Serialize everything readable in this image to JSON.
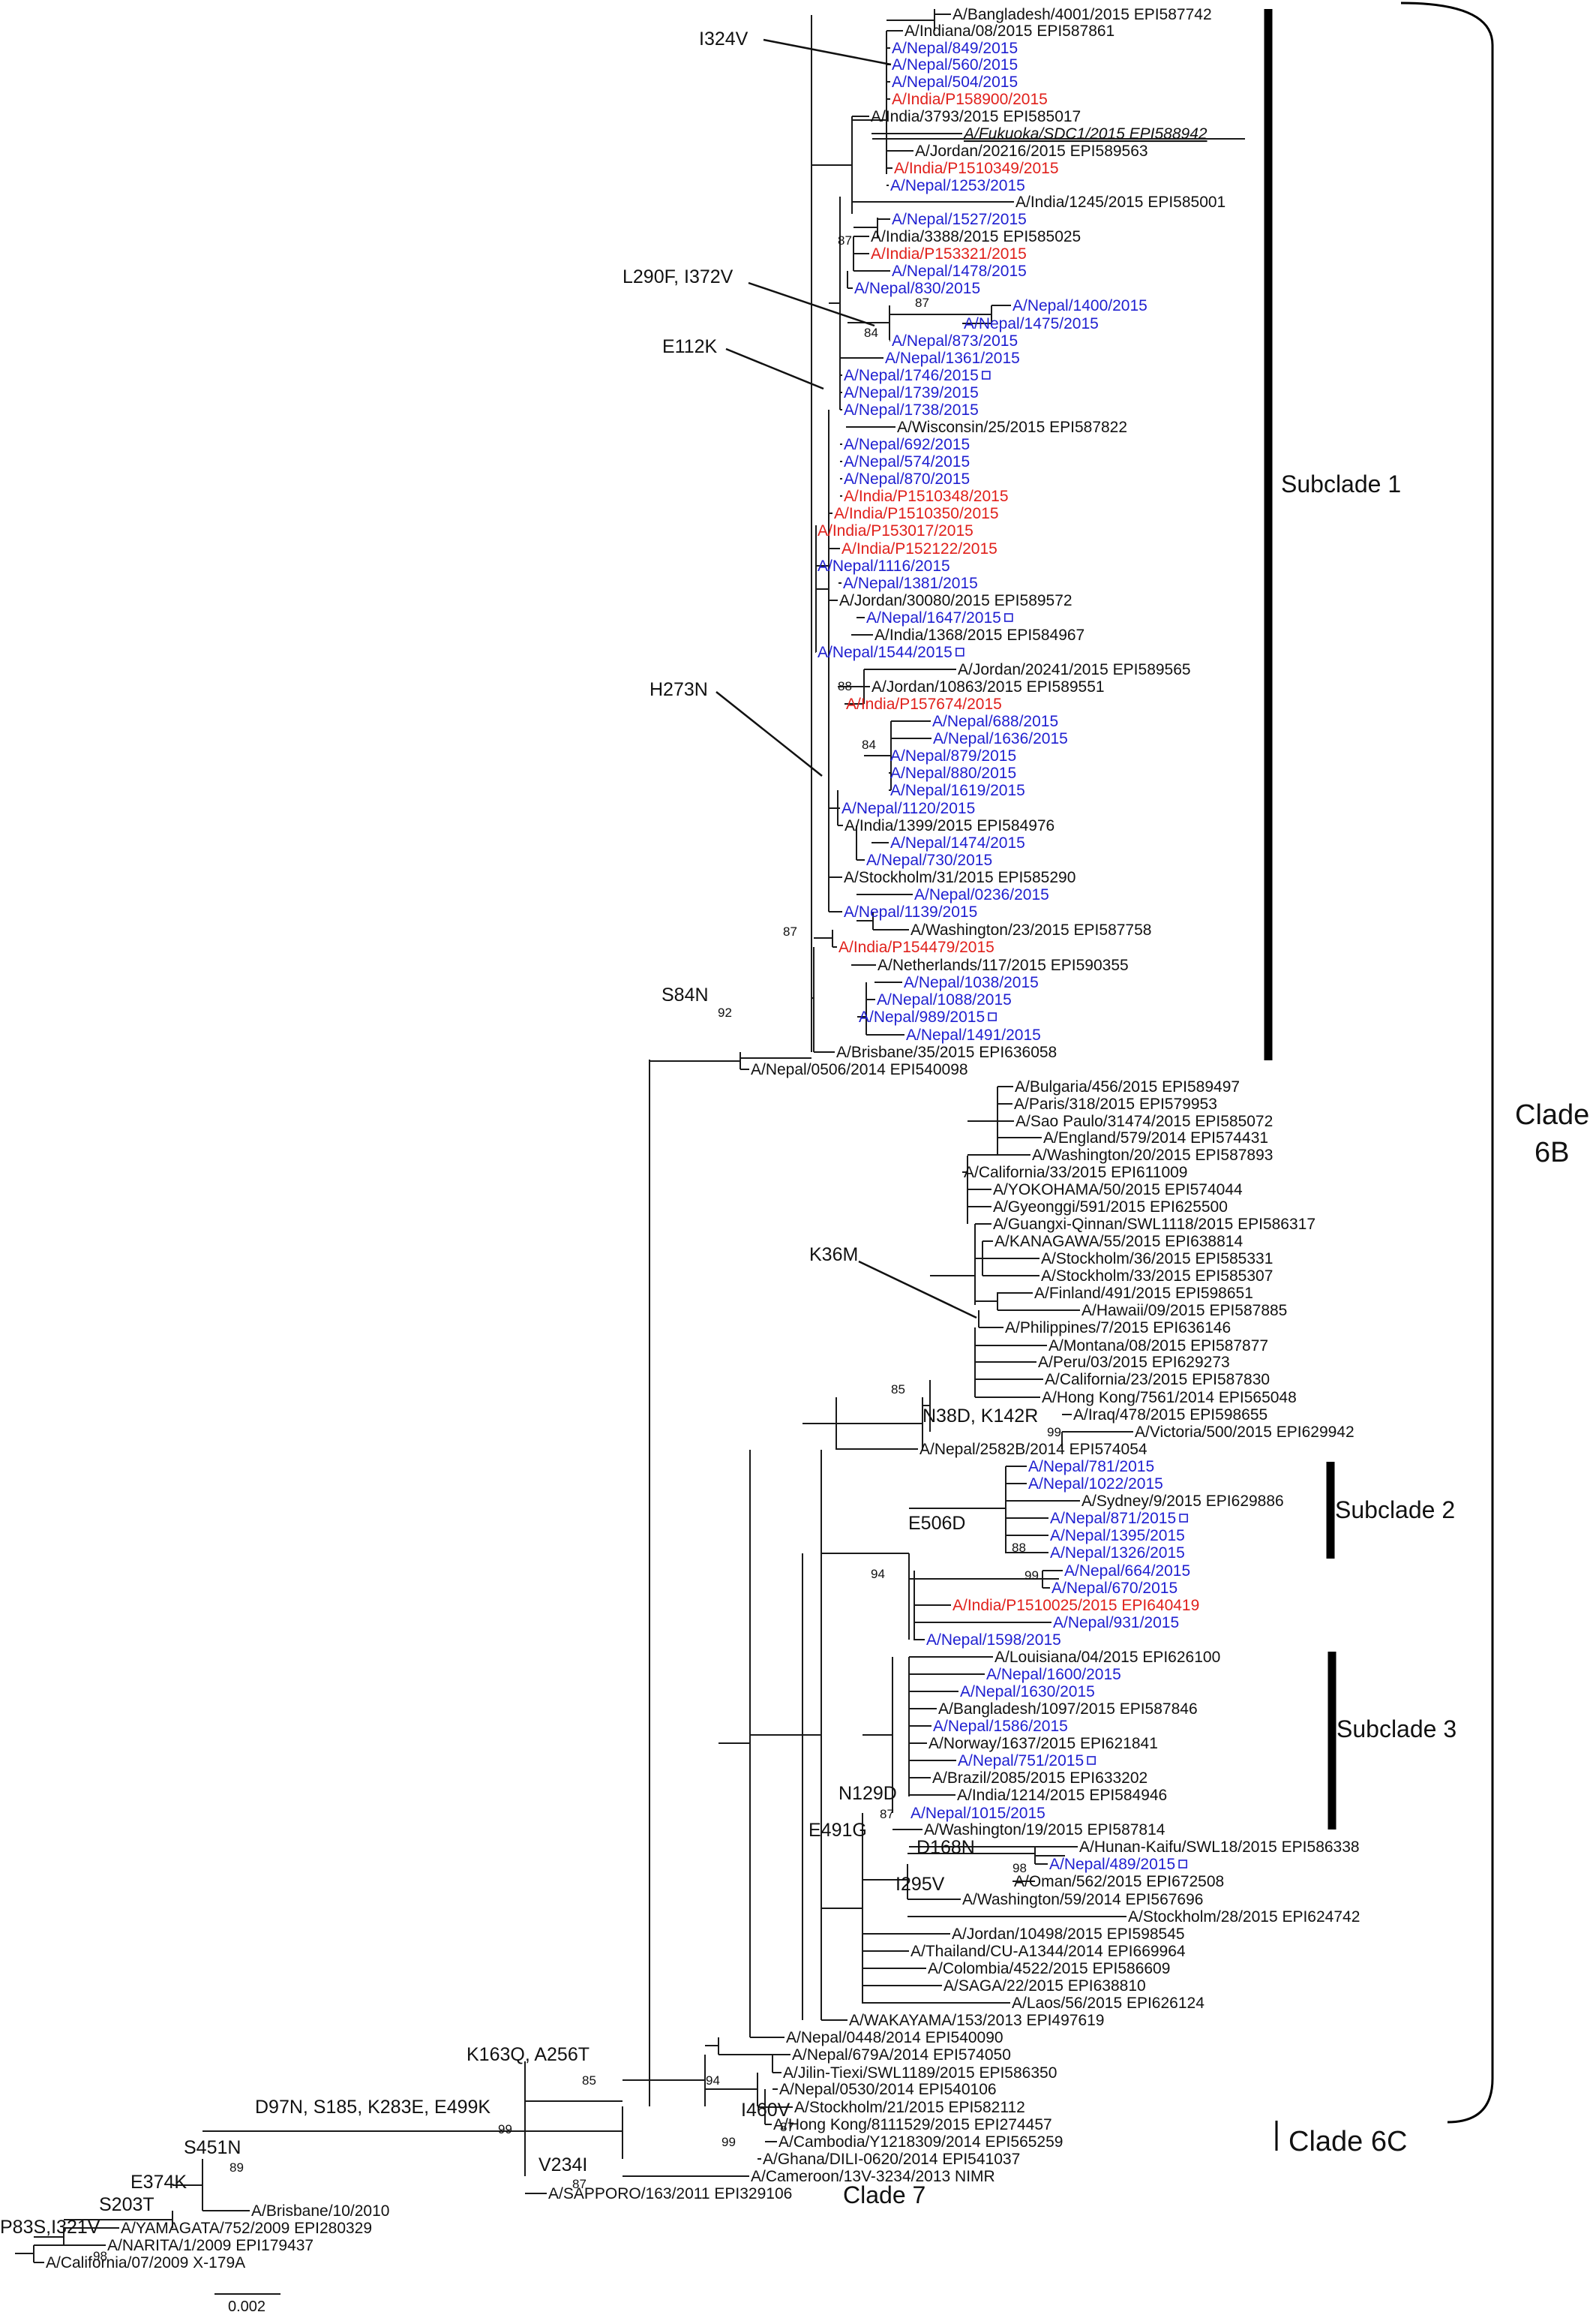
{
  "colors": {
    "nepal": "#1f1fd0",
    "india": "#e0201b",
    "reference": "#111111"
  },
  "clades": {
    "clade_6b": "Clade 6B",
    "clade_6c": "Clade 6C",
    "clade_7": "Clade 7",
    "subclade_1": "Subclade 1",
    "subclade_2": "Subclade 2",
    "subclade_3": "Subclade 3"
  },
  "scale_bar": "0.002",
  "mutations": {
    "i324v": "I324V",
    "l290f": "L290F, I372V",
    "e112k": "E112K",
    "h273n": "H273N",
    "s84n": "S84N",
    "k36m": "K36M",
    "n38d": "N38D, K142R",
    "e506d": "E506D",
    "n129d": "N129D",
    "e491g": "E491G",
    "d168n": "D168N",
    "i295v": "I295V",
    "k163q": "K163Q, A256T",
    "d97n": "D97N, S185, K283E, E499K",
    "i460v": "I460V",
    "v234i": "V234I",
    "s451n": "S451N",
    "e374k": "E374K",
    "s203t": "S203T",
    "p83s": "P83S,I321V"
  },
  "bootstrap": {
    "b87a": "87",
    "b87b": "87",
    "b84a": "84",
    "b88a": "88",
    "b84b": "84",
    "b87c": "87",
    "b92": "92",
    "b85a": "85",
    "b99a": "99",
    "b99b": "99",
    "b88b": "88",
    "b94a": "94",
    "b87d": "87",
    "b98a": "98",
    "b85b": "85",
    "b94b": "94",
    "b99c": "99",
    "b87e": "87",
    "b99d": "99",
    "b89": "89",
    "b87f": "87",
    "b98b": "98"
  },
  "taxa": [
    {
      "label": "A/Bangladesh/4001/2015 EPI587742",
      "group": "reference"
    },
    {
      "label": "A/Indiana/08/2015 EPI587861",
      "group": "reference"
    },
    {
      "label": "A/Nepal/849/2015",
      "group": "nepal"
    },
    {
      "label": "A/Nepal/560/2015",
      "group": "nepal"
    },
    {
      "label": "A/Nepal/504/2015",
      "group": "nepal"
    },
    {
      "label": "A/India/P158900/2015",
      "group": "india"
    },
    {
      "label": "A/India/3793/2015 EPI585017",
      "group": "reference"
    },
    {
      "label": "A/Fukuoka/SDC1/2015 EPI588942",
      "group": "reference",
      "style": "italic-underline"
    },
    {
      "label": "A/Jordan/20216/2015 EPI589563",
      "group": "reference"
    },
    {
      "label": "A/India/P1510349/2015",
      "group": "india"
    },
    {
      "label": "A/Nepal/1253/2015",
      "group": "nepal"
    },
    {
      "label": "A/India/1245/2015 EPI585001",
      "group": "reference"
    },
    {
      "label": "A/Nepal/1527/2015",
      "group": "nepal"
    },
    {
      "label": "A/India/3388/2015 EPI585025",
      "group": "reference"
    },
    {
      "label": "A/India/P153321/2015",
      "group": "india"
    },
    {
      "label": "A/Nepal/1478/2015",
      "group": "nepal"
    },
    {
      "label": "A/Nepal/830/2015",
      "group": "nepal"
    },
    {
      "label": "A/Nepal/1400/2015",
      "group": "nepal"
    },
    {
      "label": "A/Nepal/1475/2015",
      "group": "nepal"
    },
    {
      "label": "A/Nepal/873/2015",
      "group": "nepal"
    },
    {
      "label": "A/Nepal/1361/2015",
      "group": "nepal"
    },
    {
      "label": "A/Nepal/1746/2015",
      "group": "nepal",
      "marker": true
    },
    {
      "label": "A/Nepal/1739/2015",
      "group": "nepal"
    },
    {
      "label": "A/Nepal/1738/2015",
      "group": "nepal"
    },
    {
      "label": "A/Wisconsin/25/2015 EPI587822",
      "group": "reference"
    },
    {
      "label": "A/Nepal/692/2015",
      "group": "nepal"
    },
    {
      "label": "A/Nepal/574/2015",
      "group": "nepal"
    },
    {
      "label": "A/Nepal/870/2015",
      "group": "nepal"
    },
    {
      "label": "A/India/P1510348/2015",
      "group": "india"
    },
    {
      "label": "A/India/P1510350/2015",
      "group": "india"
    },
    {
      "label": "A/India/P153017/2015",
      "group": "india"
    },
    {
      "label": "A/India/P152122/2015",
      "group": "india"
    },
    {
      "label": "A/Nepal/1116/2015",
      "group": "nepal"
    },
    {
      "label": "A/Nepal/1381/2015",
      "group": "nepal"
    },
    {
      "label": "A/Jordan/30080/2015 EPI589572",
      "group": "reference"
    },
    {
      "label": "A/Nepal/1647/2015",
      "group": "nepal",
      "marker": true
    },
    {
      "label": "A/India/1368/2015 EPI584967",
      "group": "reference"
    },
    {
      "label": "A/Nepal/1544/2015",
      "group": "nepal",
      "marker": true
    },
    {
      "label": "A/Jordan/20241/2015 EPI589565",
      "group": "reference"
    },
    {
      "label": "A/Jordan/10863/2015 EPI589551",
      "group": "reference"
    },
    {
      "label": "A/India/P157674/2015",
      "group": "india"
    },
    {
      "label": "A/Nepal/688/2015",
      "group": "nepal"
    },
    {
      "label": "A/Nepal/1636/2015",
      "group": "nepal"
    },
    {
      "label": "A/Nepal/879/2015",
      "group": "nepal"
    },
    {
      "label": "A/Nepal/880/2015",
      "group": "nepal"
    },
    {
      "label": "A/Nepal/1619/2015",
      "group": "nepal"
    },
    {
      "label": "A/Nepal/1120/2015",
      "group": "nepal"
    },
    {
      "label": "A/India/1399/2015 EPI584976",
      "group": "reference"
    },
    {
      "label": "A/Nepal/1474/2015",
      "group": "nepal"
    },
    {
      "label": "A/Nepal/730/2015",
      "group": "nepal"
    },
    {
      "label": "A/Stockholm/31/2015 EPI585290",
      "group": "reference"
    },
    {
      "label": "A/Nepal/0236/2015",
      "group": "nepal"
    },
    {
      "label": "A/Nepal/1139/2015",
      "group": "nepal"
    },
    {
      "label": "A/Washington/23/2015 EPI587758",
      "group": "reference"
    },
    {
      "label": "A/India/P154479/2015",
      "group": "india"
    },
    {
      "label": "A/Netherlands/117/2015 EPI590355",
      "group": "reference"
    },
    {
      "label": "A/Nepal/1038/2015",
      "group": "nepal"
    },
    {
      "label": "A/Nepal/1088/2015",
      "group": "nepal"
    },
    {
      "label": "A/Nepal/989/2015",
      "group": "nepal",
      "marker": true
    },
    {
      "label": "A/Nepal/1491/2015",
      "group": "nepal"
    },
    {
      "label": "A/Brisbane/35/2015 EPI636058",
      "group": "reference"
    },
    {
      "label": "A/Nepal/0506/2014 EPI540098",
      "group": "reference"
    },
    {
      "label": "A/Bulgaria/456/2015 EPI589497",
      "group": "reference"
    },
    {
      "label": "A/Paris/318/2015 EPI579953",
      "group": "reference"
    },
    {
      "label": "A/Sao Paulo/31474/2015 EPI585072",
      "group": "reference"
    },
    {
      "label": "A/England/579/2014 EPI574431",
      "group": "reference"
    },
    {
      "label": "A/Washington/20/2015 EPI587893",
      "group": "reference"
    },
    {
      "label": "A/California/33/2015 EPI611009",
      "group": "reference"
    },
    {
      "label": "A/YOKOHAMA/50/2015 EPI574044",
      "group": "reference"
    },
    {
      "label": "A/Gyeonggi/591/2015 EPI625500",
      "group": "reference"
    },
    {
      "label": "A/Guangxi-Qinnan/SWL1118/2015 EPI586317",
      "group": "reference"
    },
    {
      "label": "A/KANAGAWA/55/2015 EPI638814",
      "group": "reference"
    },
    {
      "label": "A/Stockholm/36/2015 EPI585331",
      "group": "reference"
    },
    {
      "label": "A/Stockholm/33/2015 EPI585307",
      "group": "reference"
    },
    {
      "label": "A/Finland/491/2015 EPI598651",
      "group": "reference"
    },
    {
      "label": "A/Hawaii/09/2015 EPI587885",
      "group": "reference"
    },
    {
      "label": "A/Philippines/7/2015 EPI636146",
      "group": "reference"
    },
    {
      "label": "A/Montana/08/2015 EPI587877",
      "group": "reference"
    },
    {
      "label": "A/Peru/03/2015 EPI629273",
      "group": "reference"
    },
    {
      "label": "A/California/23/2015 EPI587830",
      "group": "reference"
    },
    {
      "label": "A/Hong Kong/7561/2014 EPI565048",
      "group": "reference"
    },
    {
      "label": "A/Iraq/478/2015 EPI598655",
      "group": "reference"
    },
    {
      "label": "A/Victoria/500/2015 EPI629942",
      "group": "reference"
    },
    {
      "label": "A/Nepal/2582B/2014 EPI574054",
      "group": "reference"
    },
    {
      "label": "A/Nepal/781/2015",
      "group": "nepal"
    },
    {
      "label": "A/Nepal/1022/2015",
      "group": "nepal"
    },
    {
      "label": "A/Sydney/9/2015 EPI629886",
      "group": "reference"
    },
    {
      "label": "A/Nepal/871/2015",
      "group": "nepal",
      "marker": true
    },
    {
      "label": "A/Nepal/1395/2015",
      "group": "nepal"
    },
    {
      "label": "A/Nepal/1326/2015",
      "group": "nepal"
    },
    {
      "label": "A/Nepal/664/2015",
      "group": "nepal"
    },
    {
      "label": "A/Nepal/670/2015",
      "group": "nepal"
    },
    {
      "label": "A/India/P1510025/2015 EPI640419",
      "group": "india"
    },
    {
      "label": "A/Nepal/931/2015",
      "group": "nepal"
    },
    {
      "label": "A/Nepal/1598/2015",
      "group": "nepal"
    },
    {
      "label": "A/Louisiana/04/2015 EPI626100",
      "group": "reference"
    },
    {
      "label": "A/Nepal/1600/2015",
      "group": "nepal"
    },
    {
      "label": "A/Nepal/1630/2015",
      "group": "nepal"
    },
    {
      "label": "A/Bangladesh/1097/2015  EPI587846",
      "group": "reference"
    },
    {
      "label": "A/Nepal/1586/2015",
      "group": "nepal"
    },
    {
      "label": "A/Norway/1637/2015 EPI621841",
      "group": "reference"
    },
    {
      "label": "A/Nepal/751/2015",
      "group": "nepal",
      "marker": true
    },
    {
      "label": "A/Brazil/2085/2015 EPI633202",
      "group": "reference"
    },
    {
      "label": "A/India/1214/2015 EPI584946",
      "group": "reference"
    },
    {
      "label": "A/Nepal/1015/2015",
      "group": "nepal"
    },
    {
      "label": "A/Washington/19/2015 EPI587814",
      "group": "reference"
    },
    {
      "label": "A/Hunan-Kaifu/SWL18/2015 EPI586338",
      "group": "reference"
    },
    {
      "label": "A/Nepal/489/2015",
      "group": "nepal",
      "marker": true
    },
    {
      "label": "A/Oman/562/2015 EPI672508",
      "group": "reference"
    },
    {
      "label": "A/Washington/59/2014 EPI567696",
      "group": "reference"
    },
    {
      "label": "A/Stockholm/28/2015 EPI624742",
      "group": "reference"
    },
    {
      "label": "A/Jordan/10498/2015 EPI598545",
      "group": "reference"
    },
    {
      "label": "A/Thailand/CU-A1344/2014 EPI669964",
      "group": "reference"
    },
    {
      "label": "A/Colombia/4522/2015 EPI586609",
      "group": "reference"
    },
    {
      "label": "A/SAGA/22/2015 EPI638810",
      "group": "reference"
    },
    {
      "label": "A/Laos/56/2015 EPI626124",
      "group": "reference"
    },
    {
      "label": "A/WAKAYAMA/153/2013 EPI497619",
      "group": "reference"
    },
    {
      "label": "A/Nepal/0448/2014 EPI540090",
      "group": "reference"
    },
    {
      "label": "A/Nepal/679A/2014 EPI574050",
      "group": "reference"
    },
    {
      "label": "A/Jilin-Tiexi/SWL1189/2015 EPI586350",
      "group": "reference"
    },
    {
      "label": "A/Nepal/0530/2014 EPI540106",
      "group": "reference"
    },
    {
      "label": "A/Stockholm/21/2015 EPI582112",
      "group": "reference"
    },
    {
      "label": "A/Hong Kong/8111529/2015 EPI274457",
      "group": "reference"
    },
    {
      "label": "A/Cambodia/Y1218309/2014 EPI565259",
      "group": "reference"
    },
    {
      "label": "A/Ghana/DILI-0620/2014 EPI541037",
      "group": "reference"
    },
    {
      "label": "A/Cameroon/13V-3234/2013 NIMR",
      "group": "reference"
    },
    {
      "label": "A/SAPPORO/163/2011 EPI329106",
      "group": "reference"
    },
    {
      "label": "A/Brisbane/10/2010",
      "group": "reference"
    },
    {
      "label": "A/YAMAGATA/752/2009 EPI280329",
      "group": "reference"
    },
    {
      "label": "A/NARITA/1/2009 EPI179437",
      "group": "reference"
    },
    {
      "label": "A/California/07/2009 X-179A",
      "group": "reference"
    },
    {
      "label": "A/California/07/2009",
      "group": "reference"
    }
  ]
}
